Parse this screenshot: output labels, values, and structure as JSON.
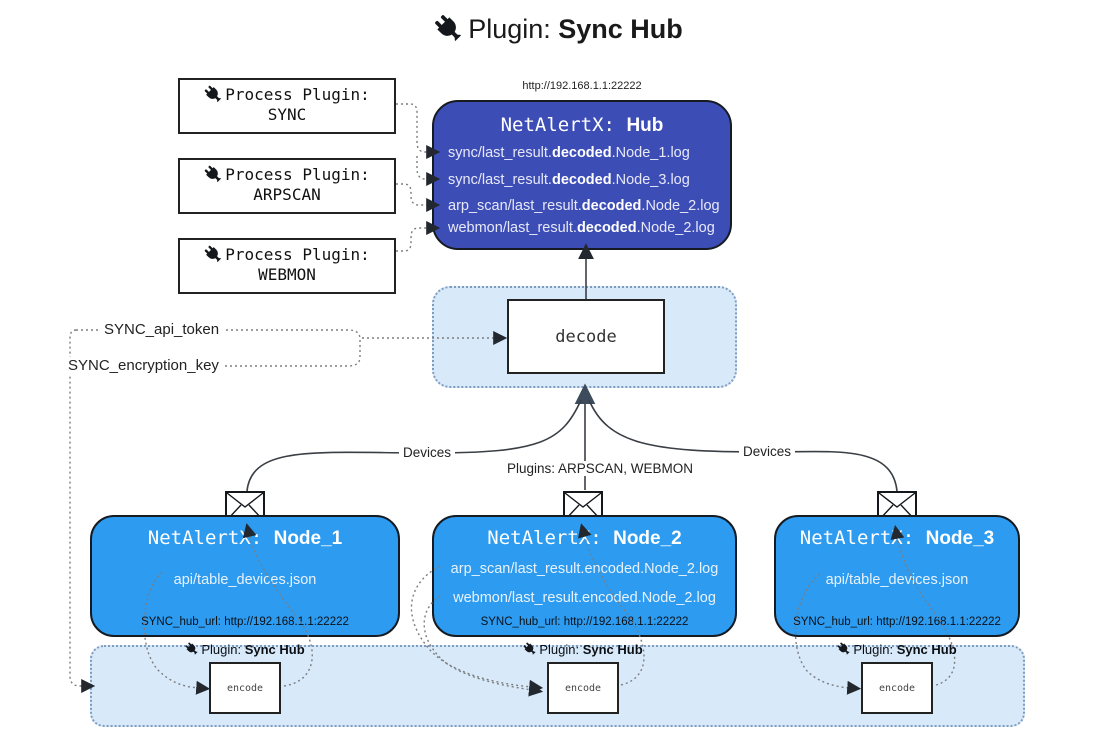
{
  "title": {
    "prefix": "Plugin:",
    "name": "Sync Hub"
  },
  "hub": {
    "url": "http://192.168.1.1:22222",
    "title_prefix": "NetAlertX:",
    "title_name": "Hub",
    "logs": [
      {
        "pre": "sync/last_result.",
        "bold": "decoded",
        "post": ".Node_1.log"
      },
      {
        "pre": "sync/last_result.",
        "bold": "decoded",
        "post": ".Node_3.log"
      },
      {
        "pre": "arp_scan/last_result.",
        "bold": "decoded",
        "post": ".Node_2.log"
      },
      {
        "pre": "webmon/last_result.",
        "bold": "decoded",
        "post": ".Node_2.log"
      }
    ]
  },
  "process_plugins": [
    {
      "label": "Process Plugin:",
      "name": "SYNC"
    },
    {
      "label": "Process Plugin:",
      "name": "ARPSCAN"
    },
    {
      "label": "Process Plugin:",
      "name": "WEBMON"
    }
  ],
  "decode": {
    "label": "decode"
  },
  "settings": {
    "api_token": "SYNC_api_token",
    "encryption_key": "SYNC_encryption_key"
  },
  "edges": {
    "devices_left": "Devices",
    "devices_right": "Devices",
    "plugins_mid": "Plugins: ARPSCAN, WEBMON"
  },
  "nodes": [
    {
      "title_prefix": "NetAlertX:",
      "title_name": "Node_1",
      "files": [
        "api/table_devices.json"
      ],
      "hub_url": "SYNC_hub_url: http://192.168.1.1:22222"
    },
    {
      "title_prefix": "NetAlertX:",
      "title_name": "Node_2",
      "files": [
        "arp_scan/last_result.encoded.Node_2.log",
        "webmon/last_result.encoded.Node_2.log"
      ],
      "hub_url": "SYNC_hub_url: http://192.168.1.1:22222"
    },
    {
      "title_prefix": "NetAlertX:",
      "title_name": "Node_3",
      "files": [
        "api/table_devices.json"
      ],
      "hub_url": "SYNC_hub_url: http://192.168.1.1:22222"
    }
  ],
  "strip": {
    "instances": [
      {
        "label_prefix": "Plugin:",
        "label_name": "Sync Hub",
        "box": "encode"
      },
      {
        "label_prefix": "Plugin:",
        "label_name": "Sync Hub",
        "box": "encode"
      },
      {
        "label_prefix": "Plugin:",
        "label_name": "Sync Hub",
        "box": "encode"
      }
    ]
  },
  "icons": {
    "plug": "plug-icon",
    "envelope": "envelope-icon"
  },
  "colors": {
    "hub_fill": "#3d4db6",
    "node_fill": "#2d9bf0",
    "panel_fill": "#d8e9fa",
    "panel_border": "#7e9cbf",
    "ink": "#1a1a1a"
  }
}
